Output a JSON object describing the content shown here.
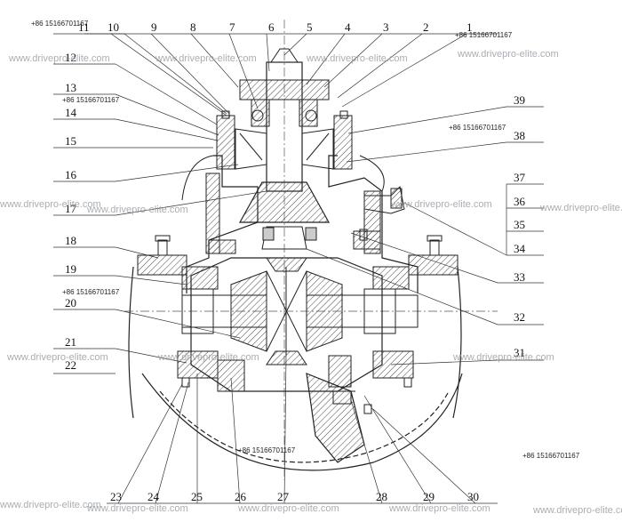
{
  "callouts": {
    "n1": "1",
    "n2": "2",
    "n3": "3",
    "n4": "4",
    "n5": "5",
    "n6": "6",
    "n7": "7",
    "n8": "8",
    "n9": "9",
    "n10": "10",
    "n11": "11",
    "n12": "12",
    "n13": "13",
    "n14": "14",
    "n15": "15",
    "n16": "16",
    "n17": "17",
    "n18": "18",
    "n19": "19",
    "n20": "20",
    "n21": "21",
    "n22": "22",
    "n23": "23",
    "n24": "24",
    "n25": "25",
    "n26": "26",
    "n27": "27",
    "n28": "28",
    "n29": "29",
    "n30": "30",
    "n31": "31",
    "n32": "32",
    "n33": "33",
    "n34": "34",
    "n35": "35",
    "n36": "36",
    "n37": "37",
    "n38": "38",
    "n39": "39"
  },
  "watermark": {
    "site": "www.drivepro-elite.com",
    "phone": "+86 15166701167"
  }
}
